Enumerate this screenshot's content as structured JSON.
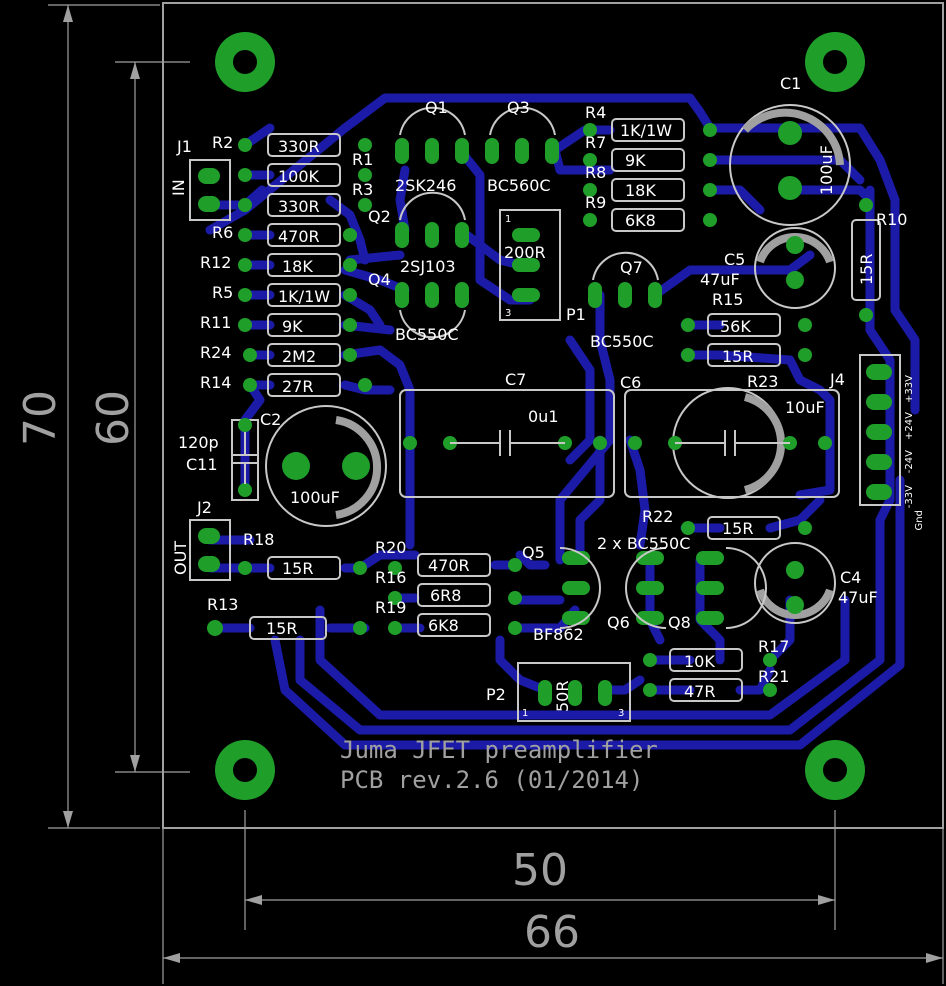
{
  "board": {
    "title_line1": "Juma JFET preamplifier",
    "title_line2": "PCB rev.2.6 (01/2014)"
  },
  "dimensions": {
    "height_outer": "70",
    "height_inner": "60",
    "width_inner": "50",
    "width_outer": "66"
  },
  "colors": {
    "trace": "#1b1ba8",
    "pad": "#1f9f2a",
    "silk": "#c8c8c8",
    "background": "#000000",
    "text": "#ffffff"
  },
  "connectors": {
    "j1": "J1",
    "j1_tag": "IN",
    "j2": "J2",
    "j2_tag": "OUT",
    "j4": "J4",
    "j4_pins": [
      "+33V",
      "+24V",
      "-24V",
      "-33V",
      "Gnd"
    ]
  },
  "resistors": {
    "r1": "R1",
    "r2": "R2",
    "r2_val": "330R",
    "r1_val": "100K",
    "r3": "R3",
    "r3_val": "330R",
    "r6": "R6",
    "r6_val": "470R",
    "r12": "R12",
    "r12_val": "18K",
    "r5": "R5",
    "r5_val": "1K/1W",
    "r11": "R11",
    "r11_val": "9K",
    "r24": "R24",
    "r24_val": "2M2",
    "r14": "R14",
    "r14_val": "27R",
    "r4": "R4",
    "r4_val": "1K/1W",
    "r7": "R7",
    "r7_val": "9K",
    "r8": "R8",
    "r8_val": "18K",
    "r9": "R9",
    "r9_val": "6K8",
    "r10": "R10",
    "r10_val": "15R",
    "r15": "R15",
    "r15_val": "56K",
    "r23": "R23",
    "r23_val": "15R",
    "r18": "R18",
    "r18_val": "15R",
    "r13": "R13",
    "r13_val": "15R",
    "r20": "R20",
    "r20_val": "470R",
    "r16": "R16",
    "r16_val": "6R8",
    "r19": "R19",
    "r19_val": "6K8",
    "r22": "R22",
    "r22_val": "15R",
    "r17": "R17",
    "r17_val": "10K",
    "r21": "R21",
    "r21_val": "47R"
  },
  "transistors": {
    "q1": "Q1",
    "q1_type": "2SK246",
    "q3": "Q3",
    "q3_type": "BC560C",
    "q2": "Q2",
    "q2_type": "2SJ103",
    "q4": "Q4",
    "q4_type": "BC550C",
    "q7": "Q7",
    "q7_type": "BC550C",
    "q5": "Q5",
    "q5_type": "BF862",
    "q6": "Q6",
    "q8": "Q8",
    "q68_type": "2 x BC550C"
  },
  "capacitors": {
    "c1": "C1",
    "c1_val": "100uF",
    "c5": "C5",
    "c5_val": "47uF",
    "c7": "C7",
    "c7_val": "0u1",
    "c6": "C6",
    "c6_val": "10uF",
    "c2": "C2",
    "c2_val": "100uF",
    "c11": "C11",
    "c11_val": "120p",
    "c4": "C4",
    "c4_val": "47uF"
  },
  "pots": {
    "p1": "P1",
    "p1_val": "200R",
    "p1_pin1": "1",
    "p1_pin3": "3",
    "p2": "P2",
    "p2_val": "50R",
    "p2_pin1": "1",
    "p2_pin3": "3"
  }
}
